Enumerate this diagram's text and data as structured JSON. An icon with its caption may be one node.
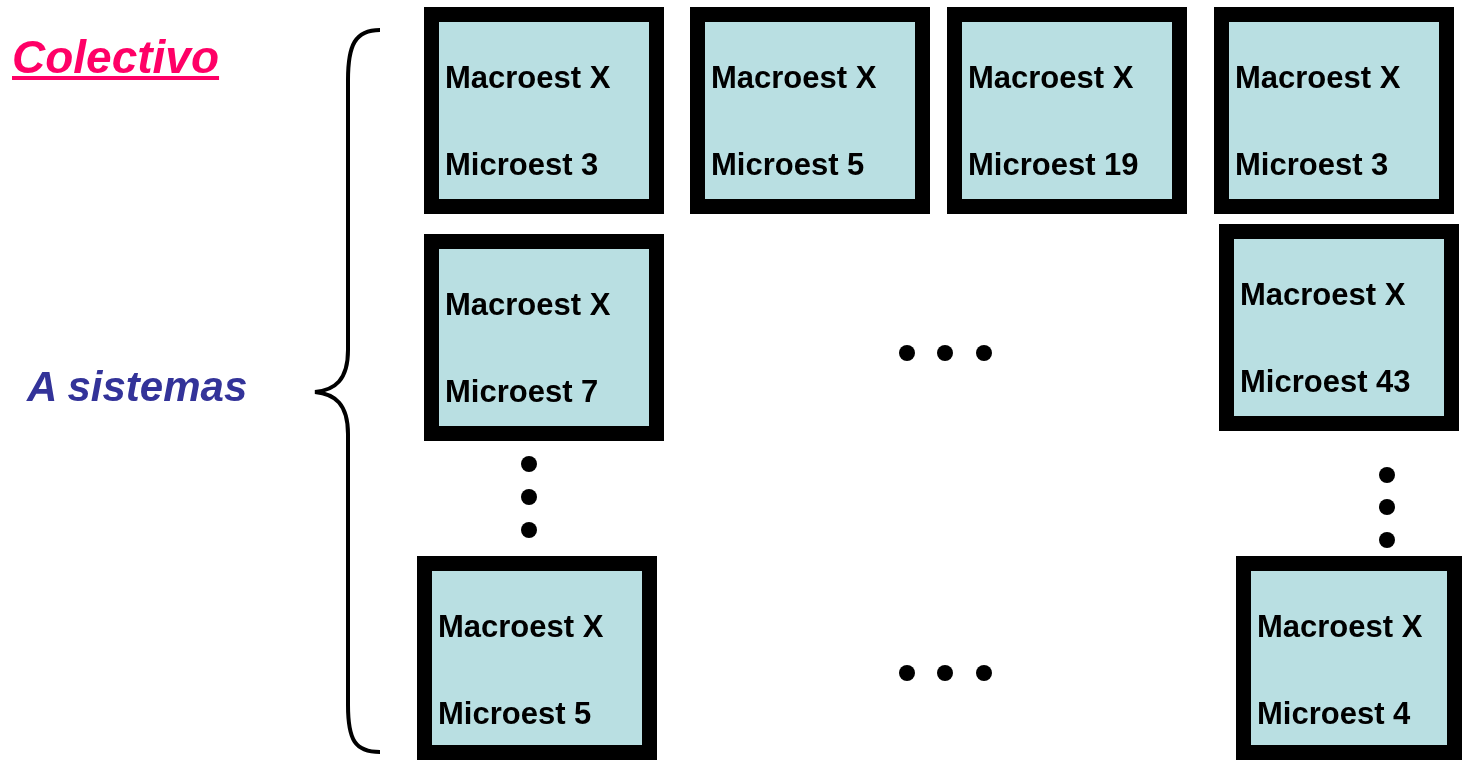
{
  "diagram": {
    "title": "Colectivo",
    "nodes": [
      {
        "text": [
          "Macroest X",
          "Microest 3"
        ]
      },
      {
        "text": [
          "Macroest X",
          "Microest 5"
        ]
      },
      {
        "text": [
          "Macroest X",
          "Microest 19"
        ]
      },
      {
        "text": [
          "Macroest X",
          "Microest 3"
        ]
      },
      {
        "text": [
          "Macroest X",
          "Microest 7"
        ]
      },
      {
        "text": [
          "Macroest X",
          "Microest 43"
        ]
      },
      {
        "text": [
          "Macroest X",
          "Microest 5"
        ]
      },
      {
        "text": [
          "Macroest X",
          "Microest 4"
        ]
      }
    ],
    "edges": [],
    "labels": [
      "A sistemas"
    ]
  }
}
